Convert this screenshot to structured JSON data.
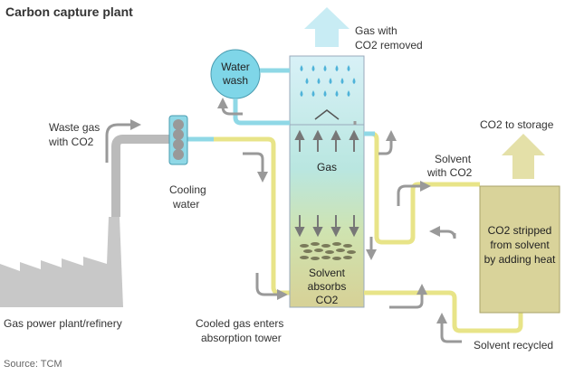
{
  "title": "Carbon capture plant",
  "source": "Source: TCM",
  "labels": {
    "gas_with_co2_removed_1": "Gas with",
    "gas_with_co2_removed_2": "CO2 removed",
    "water_wash_1": "Water",
    "water_wash_2": "wash",
    "waste_gas_1": "Waste gas",
    "waste_gas_2": "with CO2",
    "cooling_water_1": "Cooling",
    "cooling_water_2": "water",
    "gas": "Gas",
    "solvent_absorbs_1": "Solvent",
    "solvent_absorbs_2": "absorbs",
    "solvent_absorbs_3": "CO2",
    "co2_to_storage": "CO2 to storage",
    "solvent_with_co2_1": "Solvent",
    "solvent_with_co2_2": "with CO2",
    "stripper_1": "CO2 stripped",
    "stripper_2": "from solvent",
    "stripper_3": "by adding heat",
    "power_plant": "Gas power plant/refinery",
    "cooled_gas_1": "Cooled gas enters",
    "cooled_gas_2": "absorption tower",
    "solvent_recycled": "Solvent recycled"
  },
  "colors": {
    "gas_pipe": "#bbbbbb",
    "solvent_pipe": "#e8e488",
    "water_pipe": "#8fd8e6",
    "arrow_gray": "#999999",
    "up_arrow_blue": "#c8ecf4",
    "stripper_fill": "#d9d39a",
    "water_wash_fill": "#7fd6e8"
  },
  "icons": [
    "up-arrow-icon",
    "water-drop-icon",
    "curved-arrow-icon",
    "factory-icon",
    "cooler-icon"
  ]
}
